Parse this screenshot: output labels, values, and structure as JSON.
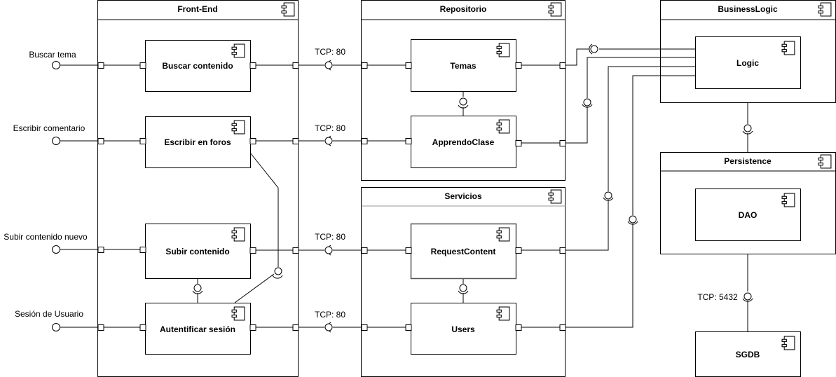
{
  "containers": {
    "frontend": {
      "title": "Front-End"
    },
    "repositorio": {
      "title": "Repositorio"
    },
    "servicios": {
      "title": "Servicios"
    },
    "businesslogic": {
      "title": "BusinessLogic"
    },
    "persistence": {
      "title": "Persistence"
    }
  },
  "components": {
    "buscar": {
      "name": "Buscar contenido"
    },
    "escribir": {
      "name": "Escribir en foros"
    },
    "subir": {
      "name": "Subir contenido"
    },
    "autentificar": {
      "name": "Autentificar sesión"
    },
    "temas": {
      "name": "Temas"
    },
    "apprendo": {
      "name": "ApprendoClase"
    },
    "request": {
      "name": "RequestContent"
    },
    "users": {
      "name": "Users"
    },
    "logic": {
      "name": "Logic"
    },
    "dao": {
      "name": "DAO"
    },
    "sgdb": {
      "name": "SGDB"
    }
  },
  "interfaces": {
    "buscar_tema": "Buscar tema",
    "escribir_comentario": "Escribir comentario",
    "subir_contenido_nuevo": "Subir contenido nuevo",
    "sesion_usuario": "Sesión de Usuario"
  },
  "protocols": {
    "tcp1": "TCP: 80",
    "tcp2": "TCP: 80",
    "tcp3": "TCP: 80",
    "tcp4": "TCP: 80",
    "tcp_db": "TCP: 5432"
  }
}
